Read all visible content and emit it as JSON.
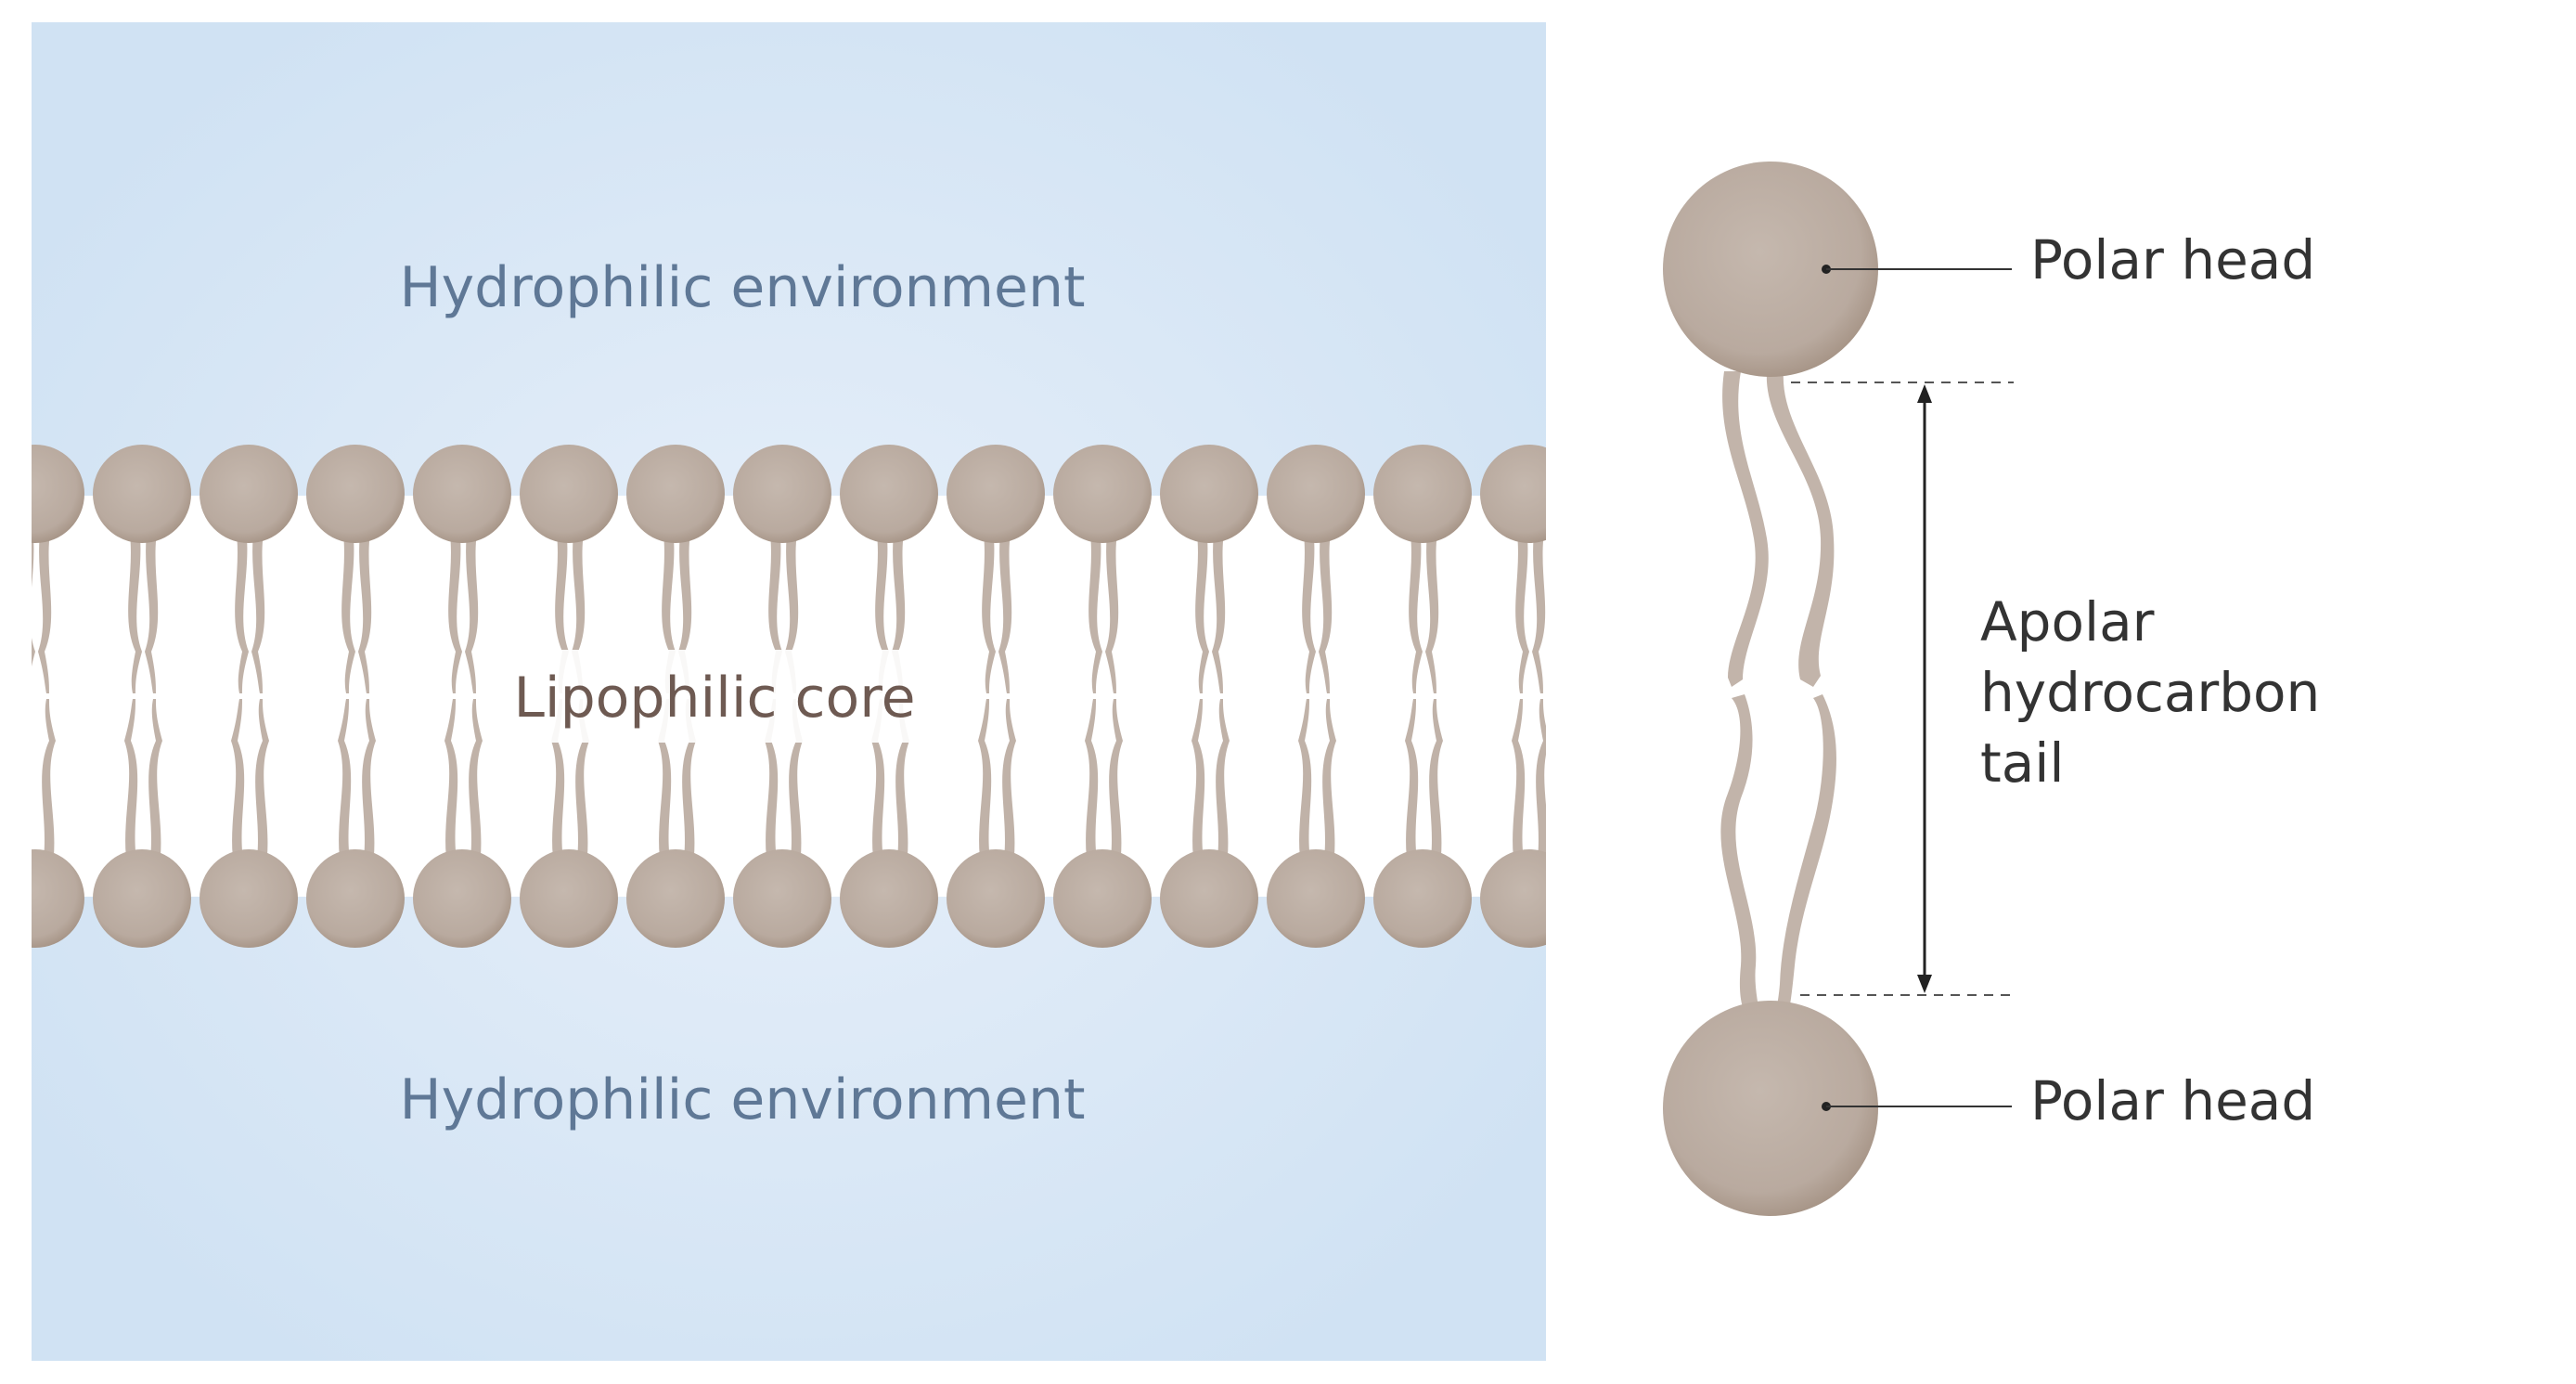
{
  "membrane": {
    "top_env_label": "Hydrophilic environment",
    "core_label": "Lipophilic core",
    "bottom_env_label": "Hydrophilic environment",
    "water_color": "#d3e4f4",
    "water_light": "#e5eef9",
    "env_text_color": "#5f7896",
    "core_text_color": "#6e5a52"
  },
  "lipid": {
    "head_color": "#bcaea4",
    "head_dark": "#a79689",
    "tail_color": "#c0b2a8"
  },
  "detail": {
    "top_head_label": "Polar head",
    "tail_label_line1": "Apolar",
    "tail_label_line2": "hydrocarbon",
    "tail_label_line3": "tail",
    "bottom_head_label": "Polar head",
    "label_color": "#333333"
  }
}
